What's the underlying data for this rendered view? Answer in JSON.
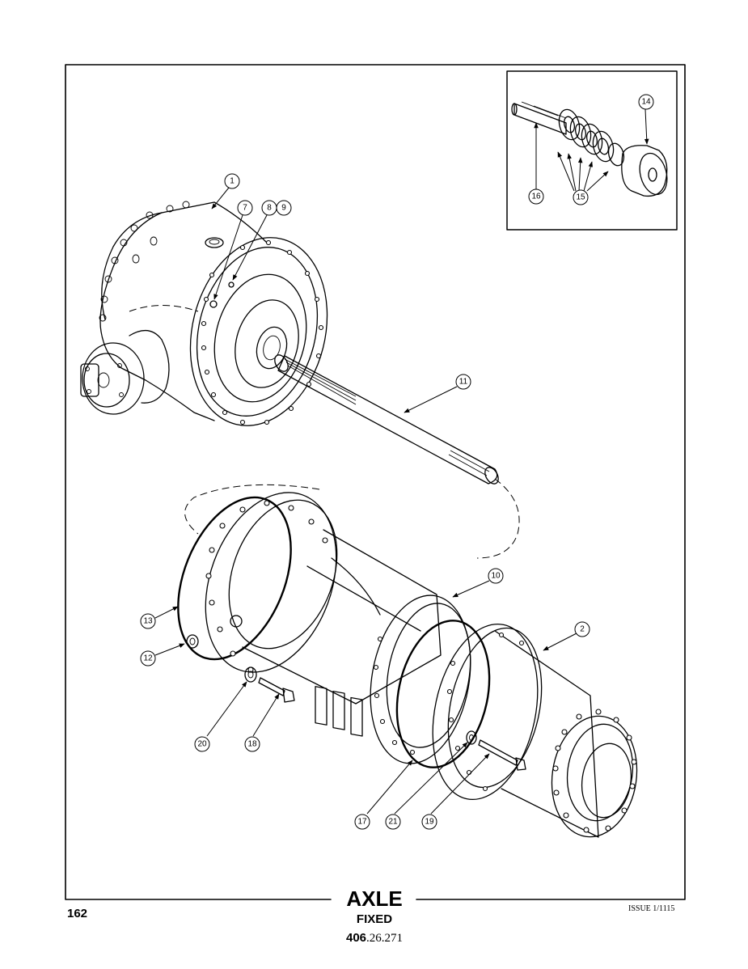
{
  "footer": {
    "title": "AXLE",
    "subtitle": "FIXED",
    "code_prefix": "406",
    "code_suffix": ".26.271",
    "page_number": "162",
    "issue": "ISSUE 1/1115"
  },
  "callouts": [
    "1",
    "2",
    "7",
    "8",
    "9",
    "10",
    "11",
    "12",
    "13",
    "14",
    "15",
    "16",
    "17",
    "18",
    "19",
    "20",
    "21"
  ]
}
